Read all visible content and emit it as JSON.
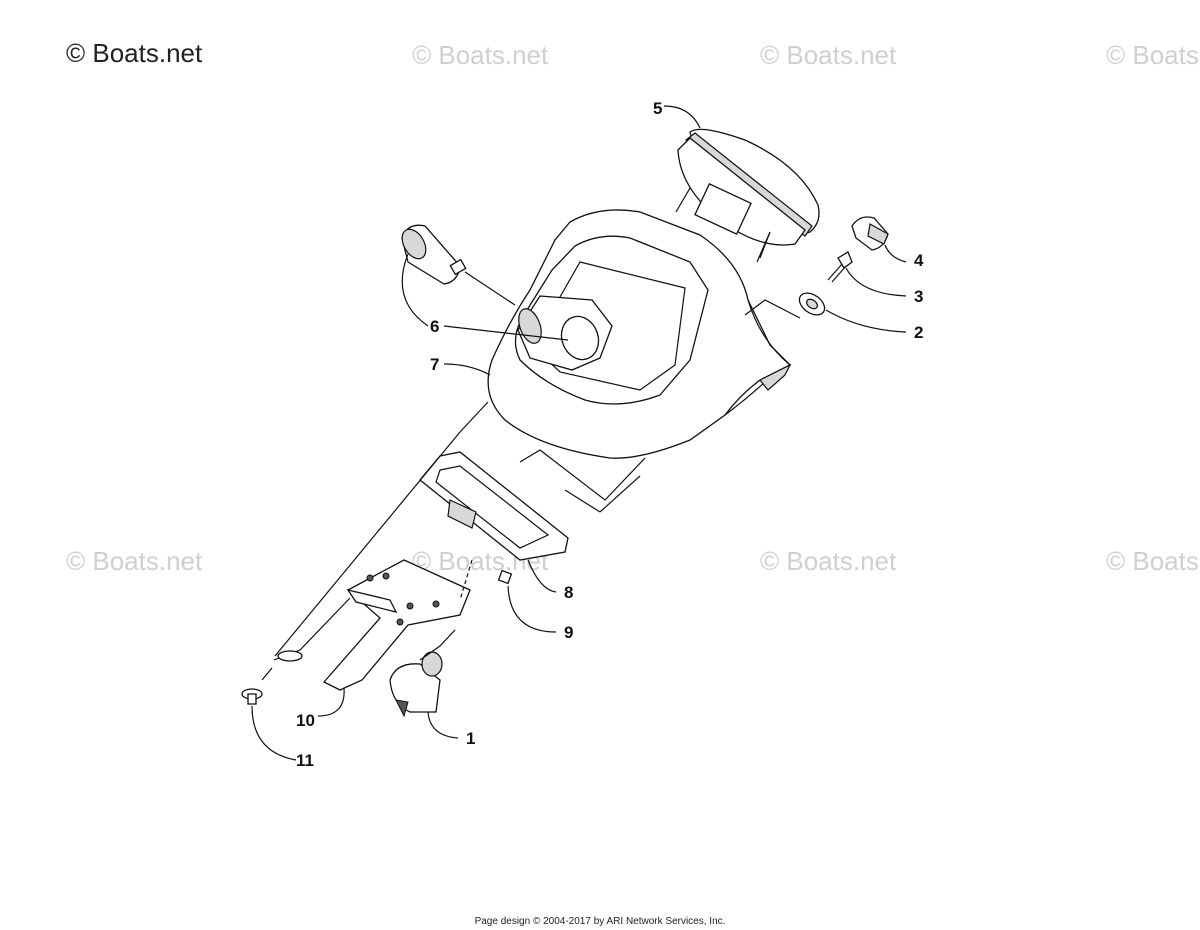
{
  "brand": "© Boats.net",
  "watermark_text": "© Boats.net",
  "footer": "Page design © 2004-2017 by ARI Network Services, Inc.",
  "callouts": {
    "c1": "1",
    "c2": "2",
    "c3": "3",
    "c4": "4",
    "c5": "5",
    "c6": "6",
    "c7": "7",
    "c8": "8",
    "c9": "9",
    "c10": "10",
    "c11": "11"
  }
}
